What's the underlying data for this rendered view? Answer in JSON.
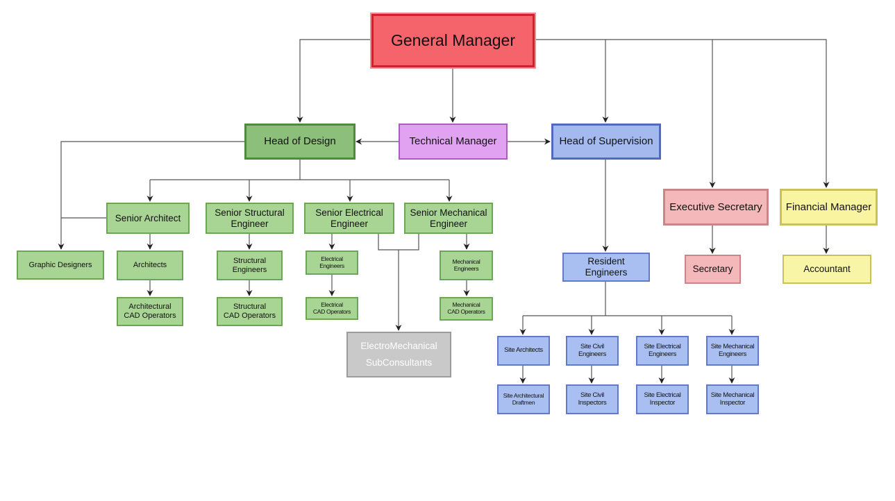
{
  "colors": {
    "executive": "#f4646a",
    "design": "#a8d494",
    "technical": "#e2a2f2",
    "supervision": "#a9bff2",
    "secretarial": "#f4b8ba",
    "finance": "#f8f4a0",
    "external": "#c9c9c9",
    "connector": "#555555"
  },
  "nodes": {
    "general_manager": "General Manager",
    "head_of_design": "Head of Design",
    "technical_manager": "Technical Manager",
    "head_of_supervision": "Head of Supervision",
    "executive_secretary": "Executive Secretary",
    "financial_manager": "Financial Manager",
    "senior_architect": "Senior Architect",
    "senior_structural_engineer": "Senior Structural\nEngineer",
    "senior_electrical_engineer": "Senior Electrical\nEngineer",
    "senior_mechanical_engineer": "Senior Mechanical\nEngineer",
    "graphic_designers": "Graphic Designers",
    "architects": "Architects",
    "architectural_cad_operators": "Architectural\nCAD Operators",
    "structural_engineers": "Structural\nEngineers",
    "structural_cad_operators": "Structural\nCAD Operators",
    "electrical_engineers": "Electrical\nEngineers",
    "electrical_cad_operators": "Electrical\nCAD Operators",
    "mechanical_engineers": "Mechanical\nEngineers",
    "mechanical_cad_operators": "Mechanical\nCAD Operators",
    "electromechanical_subconsultants": "ElectroMechanical\nSubConsultants",
    "resident_engineers": "Resident Engineers",
    "secretary": "Secretary",
    "accountant": "Accountant",
    "site_architects": "Site Architects",
    "site_civil_engineers": "Site Civil\nEngineers",
    "site_electrical_engineers": "Site Electrical\nEngineers",
    "site_mechanical_engineers": "Site Mechanical\nEngineers",
    "site_architectural_draftmen": "Site Architectural\nDraftmen",
    "site_civil_inspectors": "Site Civil\nInspectors",
    "site_electrical_inspector": "Site Electrical\nInspector",
    "site_mechanical_inspector": "Site Mechanical\nInspector"
  }
}
